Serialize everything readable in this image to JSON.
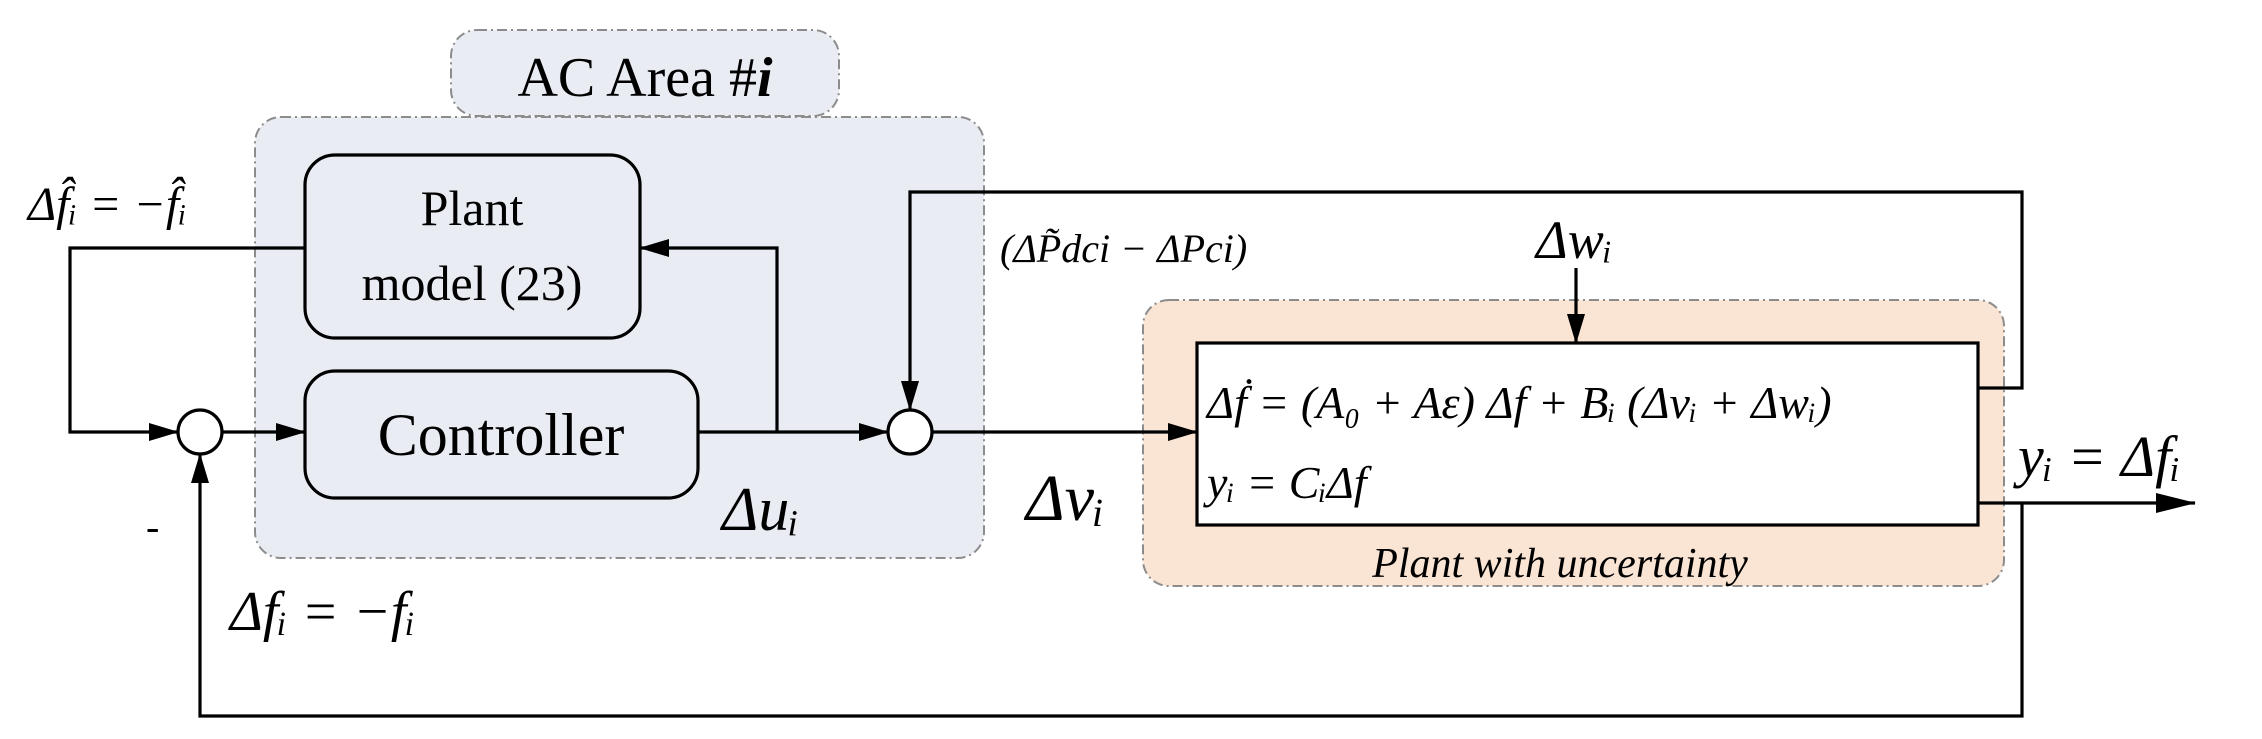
{
  "colors": {
    "ac_area_fill": "#e9edf3",
    "plant_area_fill": "#fae4d4",
    "block_fill": "#e9edf3",
    "plant_block_fill": "#ffffff",
    "dash_stroke": "#8c8c8c",
    "line": "#000000"
  },
  "ac_area": {
    "title_main": "AC Area #",
    "title_italic": "i"
  },
  "plant_model_block": {
    "line1": "Plant",
    "line2": "model (23)"
  },
  "controller_block": {
    "label": "Controller"
  },
  "plant_block": {
    "eq1_lhs": "Δḟ = ",
    "eq1_rhs": "(A₀ + Aε) Δf + Bᵢ (Δvᵢ + Δwᵢ)",
    "eq2": "yᵢ = CᵢΔf",
    "caption": "Plant with uncertainty"
  },
  "signals": {
    "f_hat_estimate": "Δf̂ᵢ = −f̂ᵢ",
    "delta_u": "Δuᵢ",
    "dc_power_term": "(ΔP̃dci − ΔPci)",
    "delta_w": "Δwᵢ",
    "delta_v": "Δvᵢ",
    "output": "yᵢ = Δfᵢ",
    "feedback_f": "Δfᵢ = −fᵢ",
    "minus_sign": "-"
  },
  "icons": {
    "sum_junction_1": "summing-junction-icon",
    "sum_junction_2": "summing-junction-icon"
  }
}
